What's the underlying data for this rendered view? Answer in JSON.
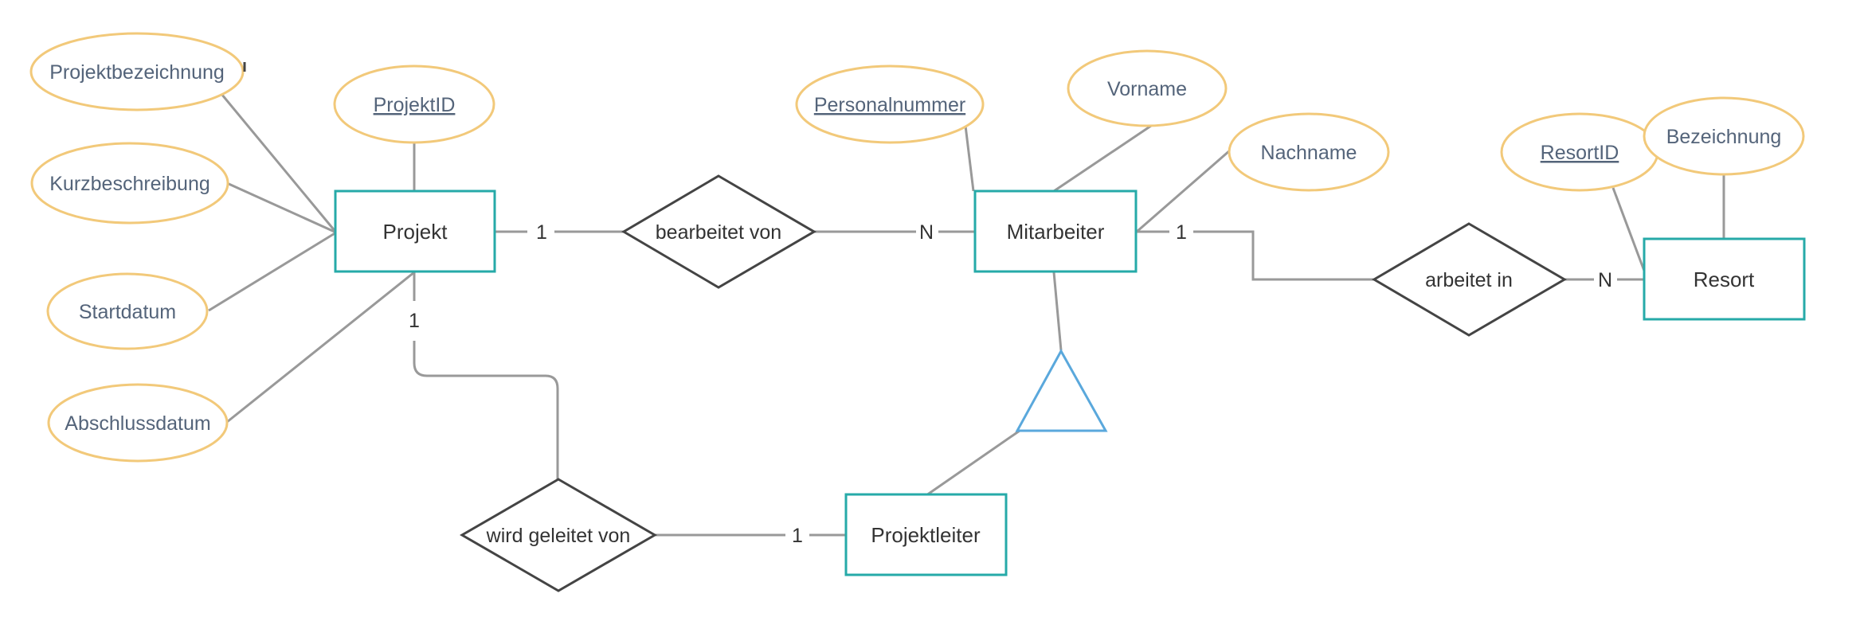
{
  "colors": {
    "entity_border": "#26aaa8",
    "attribute_border": "#f2c97a",
    "relationship_border": "#444444",
    "connector": "#999999",
    "isa_triangle": "#5aa8dc",
    "attribute_text": "#54647a",
    "entity_text": "#333333"
  },
  "entities": {
    "projekt": "Projekt",
    "mitarbeiter": "Mitarbeiter",
    "resort": "Resort",
    "projektleiter": "Projektleiter"
  },
  "attributes": {
    "projektbezeichnung": "Projektbezeichnung",
    "kurzbeschreibung": "Kurzbeschreibung",
    "startdatum": "Startdatum",
    "abschlussdatum": "Abschlussdatum",
    "projektid": "ProjektID",
    "personalnummer": "Personalnummer",
    "vorname": "Vorname",
    "nachname": "Nachname",
    "resortid": "ResortID",
    "bezeichnung": "Bezeichnung"
  },
  "relationships": {
    "bearbeitet_von": "bearbeitet von",
    "arbeitet_in": "arbeitet in",
    "wird_geleitet_von": "wird geleitet von"
  },
  "cardinalities": {
    "projekt_bearbeitet": "1",
    "bearbeitet_mitarbeiter": "N",
    "mitarbeiter_arbeitet": "1",
    "arbeitet_resort": "N",
    "projekt_geleitet": "1",
    "geleitet_projektleiter": "1"
  }
}
